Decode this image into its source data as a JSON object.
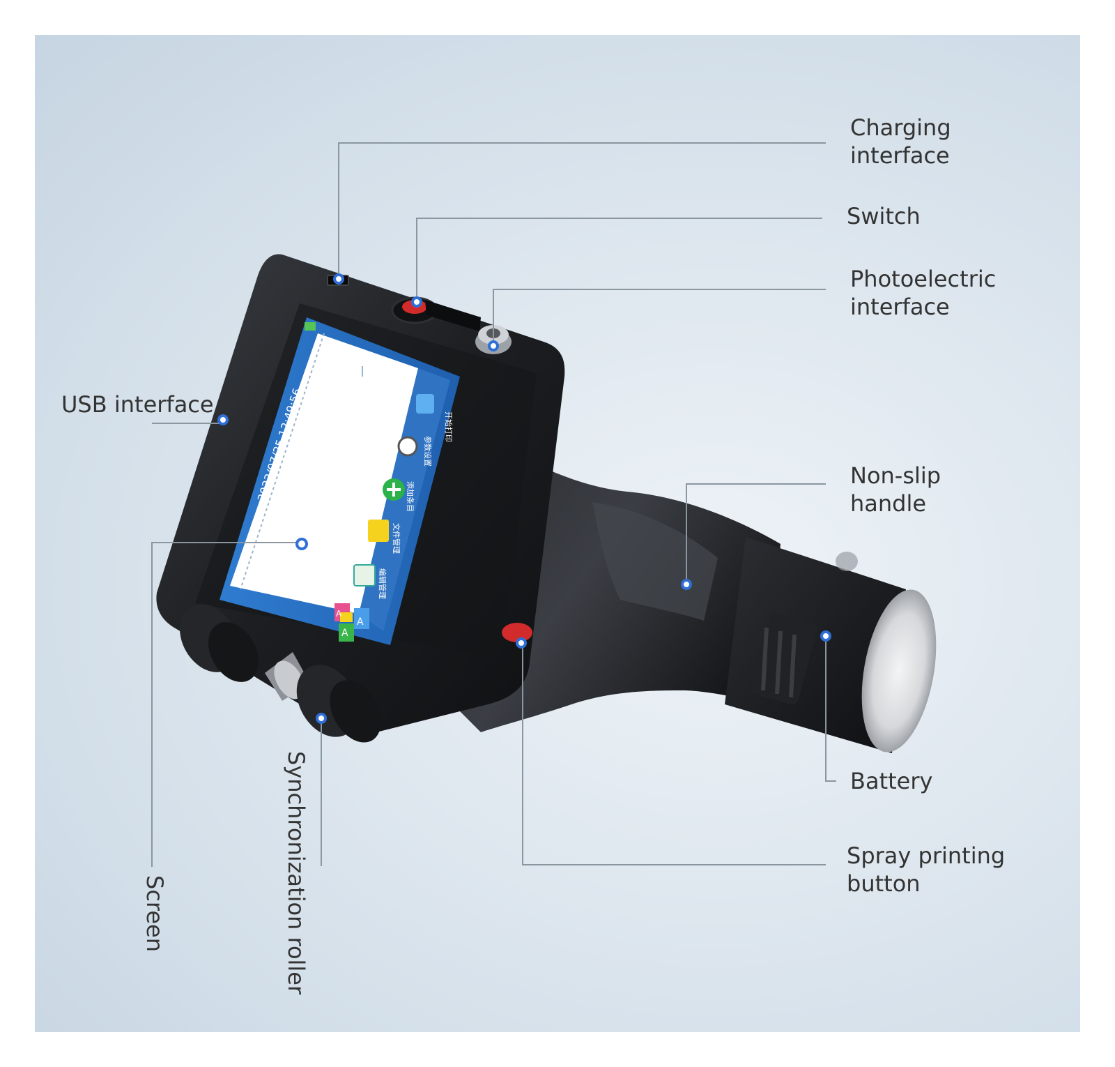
{
  "labels": {
    "charging": [
      "Charging",
      "interface"
    ],
    "switch": "Switch",
    "photoelectric": [
      "Photoelectric",
      "interface"
    ],
    "usb": "USB interface",
    "handle": [
      "Non-slip",
      "handle"
    ],
    "battery": "Battery",
    "spray": [
      "Spray printing",
      "button"
    ],
    "screen": "Screen",
    "roller": "Synchronization roller"
  },
  "device_screen": {
    "datetime": "2022/07/25  12:49:56",
    "menu": [
      "开始打印",
      "参数设置",
      "添加条目",
      "文件管理",
      "编辑管理"
    ],
    "font_buttons": [
      "A",
      "A",
      "A"
    ]
  },
  "colors": {
    "leader_line": "#8a96a0",
    "pin": "#2f6fd6",
    "screen_frame": "#2a6fbf",
    "body": "#1c1e21",
    "switch_red": "#d12b2b"
  }
}
